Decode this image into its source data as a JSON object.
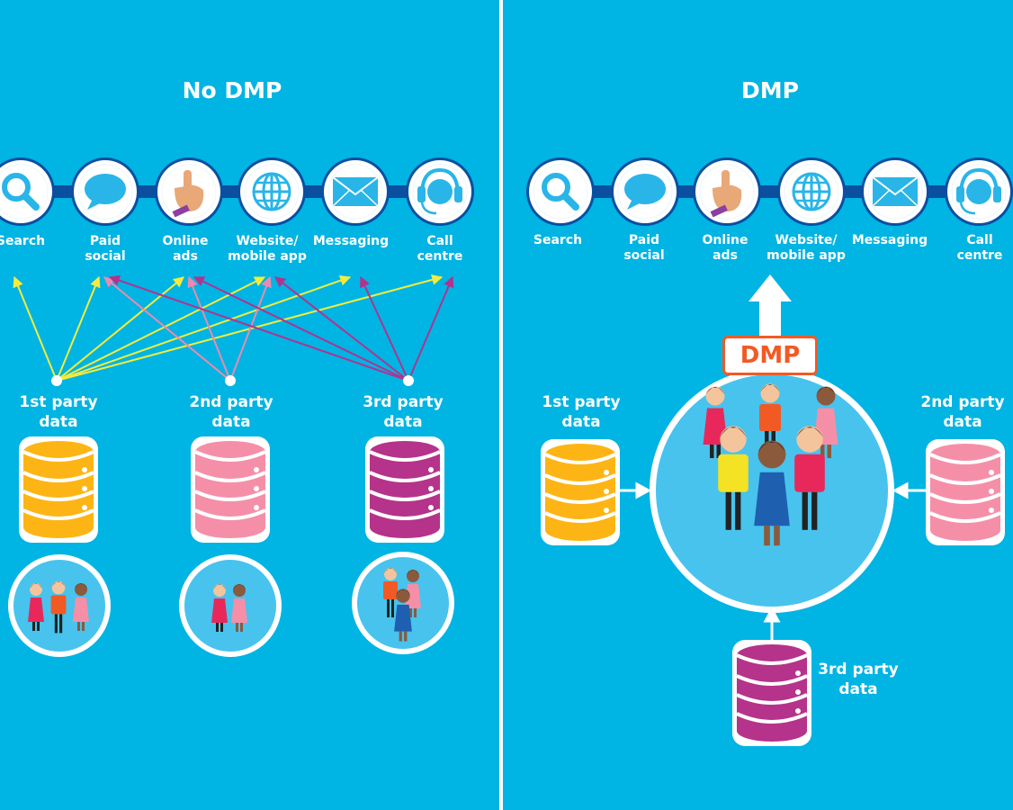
{
  "left": {
    "title": "No DMP",
    "channels": [
      "Search",
      "Paid\nsocial",
      "Online\nads",
      "Website/\nmobile app",
      "Messaging",
      "Call\ncentre"
    ],
    "sources": [
      "1st party\ndata",
      "2nd party\ndata",
      "3rd party\ndata"
    ]
  },
  "right": {
    "title": "DMP",
    "channels": [
      "Search",
      "Paid\nsocial",
      "Online\nads",
      "Website/\nmobile app",
      "Messaging",
      "Call\ncentre"
    ],
    "badge": "DMP",
    "sources": [
      "1st party\ndata",
      "2nd party\ndata",
      "3rd party\ndata"
    ]
  },
  "colors": {
    "background": "#00b4e3",
    "channel_bar": "#0a4fa0",
    "icon": "#29b5e8",
    "first_party": "#fdb515",
    "second_party": "#f58fa8",
    "third_party": "#b5338a",
    "dmp_accent": "#f15a24",
    "arrow_first": "#f4ec3c",
    "arrow_second": "#e88bb0",
    "arrow_third": "#b0348f"
  },
  "icons": [
    "search-icon",
    "speech-bubble-icon",
    "pointing-hand-icon",
    "globe-icon",
    "envelope-icon",
    "headset-icon"
  ]
}
